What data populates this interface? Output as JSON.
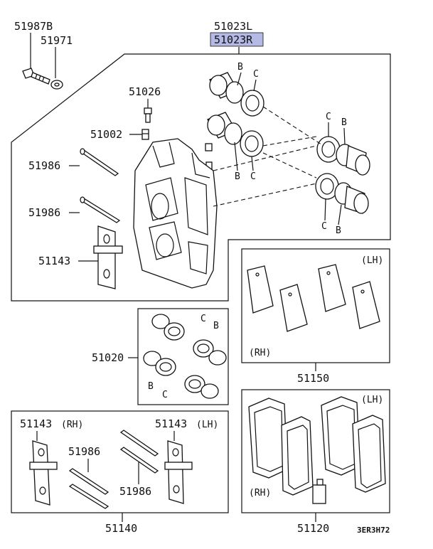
{
  "labels": {
    "bolt": "51987B",
    "washer": "51971",
    "caliper_l": "51023L",
    "caliper_r": "51023R",
    "bleeder": "51026",
    "bleeder_cap": "51002",
    "pin_upper": "51986",
    "pin_lower": "51986",
    "spring_upper": "51143",
    "seal_kit": "51020",
    "pad_plate": "51150",
    "pad_kit": "51140",
    "pads": "51120",
    "clip_rh": "51143",
    "clip_lh": "51143",
    "pin_kit_a": "51986",
    "pin_kit_b": "51986",
    "diagram_code": "3ER3H72"
  },
  "markers": {
    "b": "B",
    "c": "C",
    "rh": "(RH)",
    "lh": "(LH)"
  },
  "colors": {
    "highlight": "#b4b9e6",
    "line": "#111111"
  }
}
